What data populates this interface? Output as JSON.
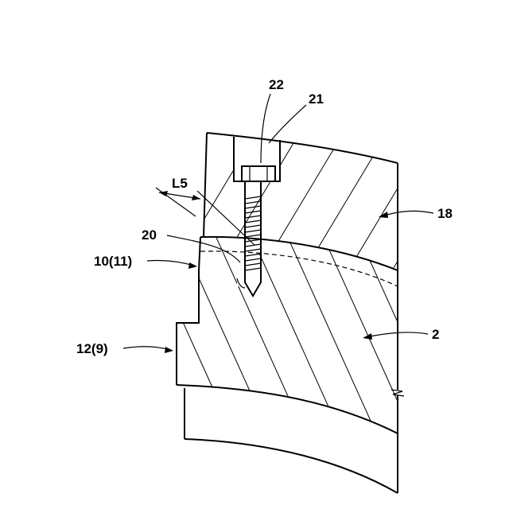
{
  "figure": {
    "labels": {
      "ref_22": "22",
      "ref_21": "21",
      "ref_L5": "L5",
      "ref_18": "18",
      "ref_20": "20",
      "ref_10_11": "10(11)",
      "ref_12_9": "12(9)",
      "ref_2": "2"
    }
  }
}
